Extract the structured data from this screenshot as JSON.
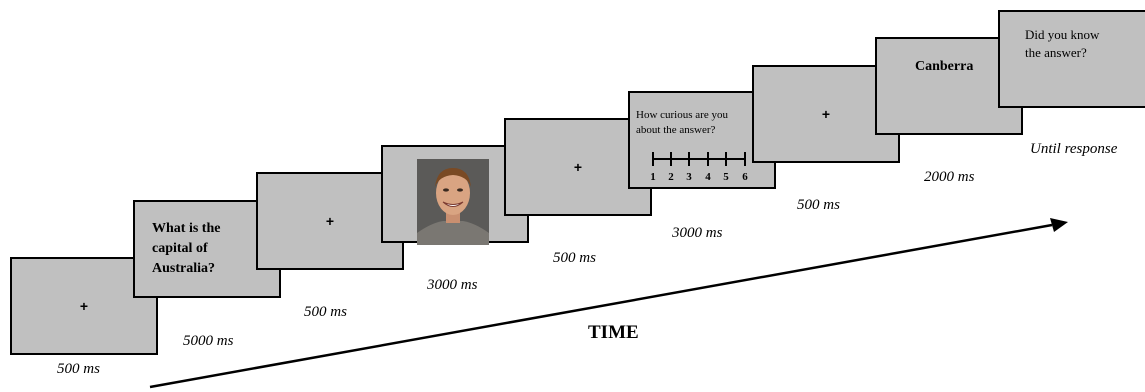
{
  "stimuli": {
    "fixation_symbol": "+",
    "question_lines": [
      "What is the",
      "capital of",
      "Australia?"
    ],
    "curiosity_prompt_lines": [
      "How curious are you",
      "about the answer?"
    ],
    "scale_labels": [
      "1",
      "2",
      "3",
      "4",
      "5",
      "6"
    ],
    "answer_text": "Canberra",
    "knew_prompt_lines": [
      "Did you know",
      "the answer?"
    ]
  },
  "durations": {
    "d1": "500 ms",
    "d2": "5000 ms",
    "d3": "500 ms",
    "d4": "3000 ms",
    "d5": "500 ms",
    "d6": "3000 ms",
    "d7": "500 ms",
    "d8": "2000 ms",
    "d9": "Until response"
  },
  "axis": {
    "time_label": "TIME"
  },
  "colors": {
    "screen_fill": "#c0c0c0",
    "outline": "#000000",
    "background": "#ffffff"
  }
}
